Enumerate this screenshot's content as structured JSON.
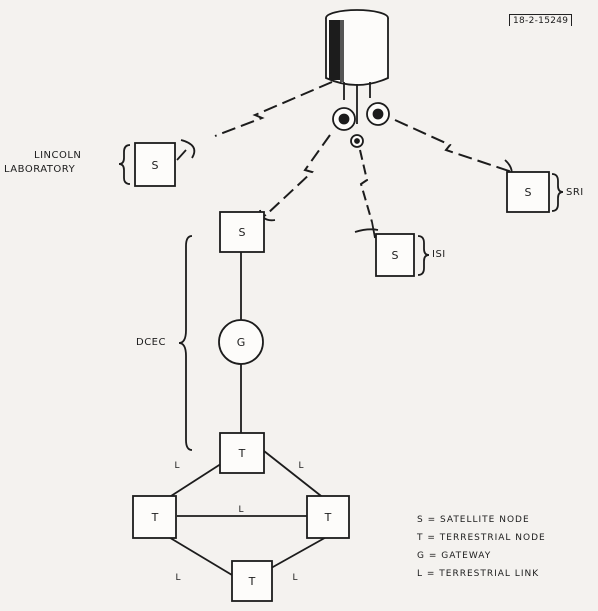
{
  "figure_id": "18-2-15249",
  "sites": {
    "lincoln_line1": "LINCOLN",
    "lincoln_line2": "LABORATORY",
    "sri": "SRI",
    "isi": "ISI",
    "dcec": "DCEC"
  },
  "node_letters": {
    "satellite": "S",
    "gateway": "G",
    "terrestrial": "T",
    "link": "L"
  },
  "legend": [
    "S = SATELLITE NODE",
    "T = TERRESTRIAL NODE",
    "G = GATEWAY",
    "L = TERRESTRIAL LINK"
  ]
}
